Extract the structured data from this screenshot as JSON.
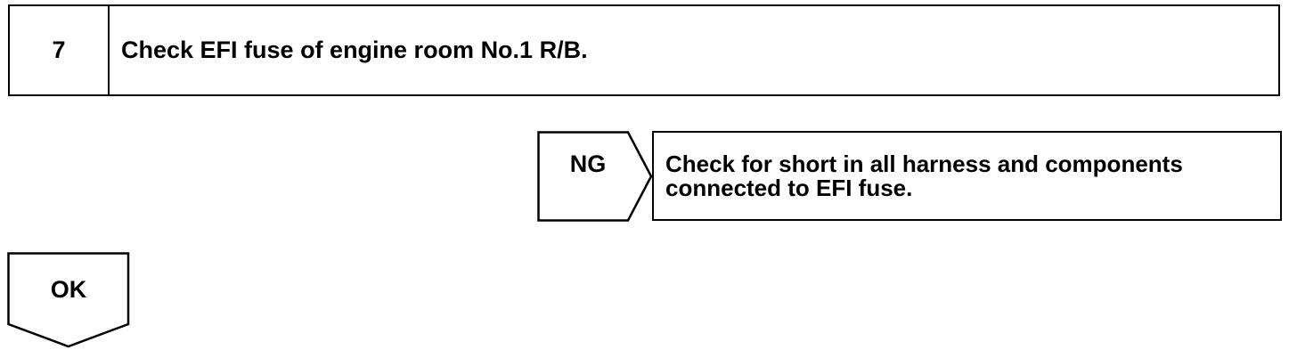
{
  "step": {
    "number": "7",
    "title": "Check EFI fuse of engine room No.1 R/B."
  },
  "ng_branch": {
    "label": "NG",
    "result_text": "Check for short in all harness and components\nconnected to EFI fuse."
  },
  "ok_branch": {
    "label": "OK"
  }
}
